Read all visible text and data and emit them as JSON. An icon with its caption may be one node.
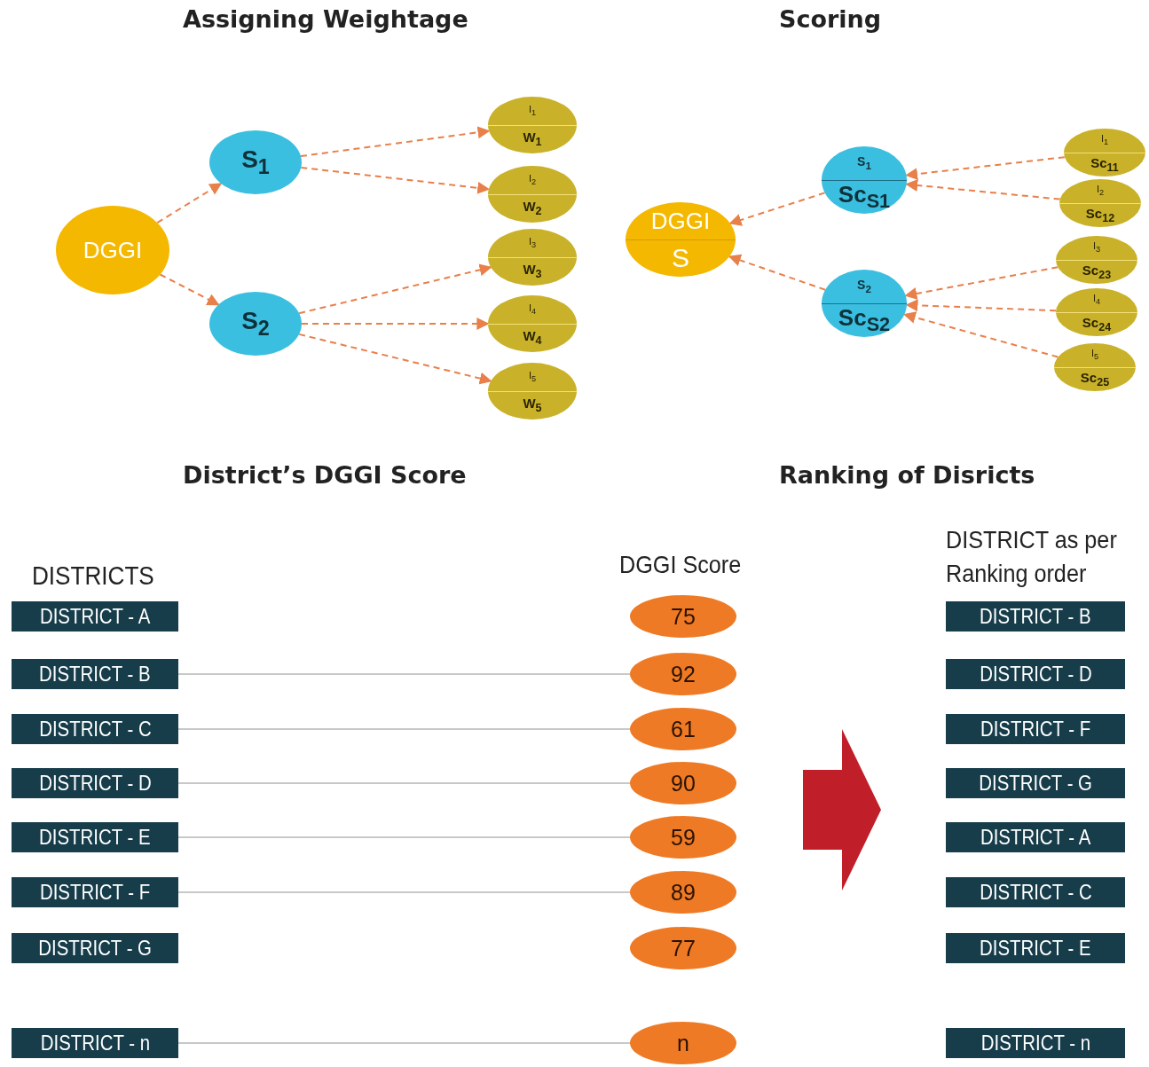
{
  "diagram": {
    "nodes": [
      {
        "text": [
          "DGGI"
        ]
      },
      {
        "text": [
          "S$_{1}$"
        ]
      },
      {
        "text": [
          "S$_{2}$"
        ]
      },
      {
        "text": [
          "I$_{1}$",
          "W$_{1}$"
        ]
      },
      {
        "text": [
          "I$_{2}$",
          "W$_{2}$"
        ]
      },
      {
        "text": [
          "I$_{3}$",
          "W$_{3}$"
        ]
      },
      {
        "text": [
          "I$_{4}$",
          "W$_{4}$"
        ]
      },
      {
        "text": [
          "I$_{5}$",
          "W$_{5}$"
        ]
      },
      {
        "text": [
          "DGGI",
          "S"
        ]
      },
      {
        "text": [
          "S$_{1}$",
          "Sc$_{S1}$"
        ]
      },
      {
        "text": [
          "S$_{2}$",
          "Sc$_{S2}$"
        ]
      },
      {
        "text": [
          "I$_{1}$",
          "Sc$_{11}$"
        ]
      },
      {
        "text": [
          "I$_{2}$",
          "Sc$_{12}$"
        ]
      },
      {
        "text": [
          "I$_{3}$",
          "Sc$_{23}$"
        ]
      },
      {
        "text": [
          "I$_{4}$",
          "Sc$_{24}$"
        ]
      },
      {
        "text": [
          "I$_{5}$",
          "Sc$_{25}$"
        ]
      },
      {
        "text": [
          "DISTRICT - A"
        ]
      },
      {
        "text": [
          "DISTRICT - B"
        ]
      },
      {
        "text": [
          "DISTRICT - C"
        ]
      },
      {
        "text": [
          "DISTRICT - D"
        ]
      },
      {
        "text": [
          "DISTRICT - E"
        ]
      },
      {
        "text": [
          "DISTRICT - F"
        ]
      },
      {
        "text": [
          "DISTRICT - G"
        ]
      },
      {
        "text": [
          "DISTRICT - n"
        ]
      },
      {
        "text": [
          "75"
        ]
      },
      {
        "text": [
          "92"
        ]
      },
      {
        "text": [
          "61"
        ]
      },
      {
        "text": [
          "90"
        ]
      },
      {
        "text": [
          "59"
        ]
      },
      {
        "text": [
          "89"
        ]
      },
      {
        "text": [
          "77"
        ]
      },
      {
        "text": [
          "n"
        ]
      },
      {
        "text": [
          "DISTRICT - B"
        ]
      },
      {
        "text": [
          "DISTRICT - D"
        ]
      },
      {
        "text": [
          "DISTRICT - F"
        ]
      },
      {
        "text": [
          "DISTRICT - G"
        ]
      },
      {
        "text": [
          "DISTRICT - A"
        ]
      },
      {
        "text": [
          "DISTRICT - C"
        ]
      },
      {
        "text": [
          "DISTRICT - E"
        ]
      },
      {
        "text": [
          "DISTRICT - n"
        ]
      }
    ],
    "edges": [
      {
        "from": 0,
        "to": 1,
        "arrow": "to",
        "style": "dashed"
      },
      {
        "from": 0,
        "to": 2,
        "arrow": "to",
        "style": "dashed"
      },
      {
        "from": 1,
        "to": 3,
        "arrow": "to",
        "style": "dashed"
      },
      {
        "from": 1,
        "to": 4,
        "arrow": "to",
        "style": "dashed"
      },
      {
        "from": 2,
        "to": 5,
        "arrow": "to",
        "style": "dashed"
      },
      {
        "from": 2,
        "to": 6,
        "arrow": "to",
        "style": "dashed"
      },
      {
        "from": 2,
        "to": 7,
        "arrow": "to",
        "style": "dashed"
      },
      {
        "from": 9,
        "to": 8,
        "arrow": "to",
        "style": "dashed"
      },
      {
        "from": 10,
        "to": 8,
        "arrow": "to",
        "style": "dashed"
      },
      {
        "from": 11,
        "to": 9,
        "arrow": "to",
        "style": "dashed"
      },
      {
        "from": 12,
        "to": 9,
        "arrow": "to",
        "style": "dashed"
      },
      {
        "from": 13,
        "to": 10,
        "arrow": "to",
        "style": "dashed"
      },
      {
        "from": 14,
        "to": 10,
        "arrow": "to",
        "style": "dashed"
      },
      {
        "from": 15,
        "to": 10,
        "arrow": "to",
        "style": "dashed"
      },
      {
        "from": 17,
        "to": 25,
        "arrow": "none",
        "color": "#c8c8c8"
      },
      {
        "from": 18,
        "to": 26,
        "arrow": "none",
        "color": "#c8c8c8"
      },
      {
        "from": 19,
        "to": 27,
        "arrow": "none",
        "color": "#c8c8c8"
      },
      {
        "from": 20,
        "to": 28,
        "arrow": "none",
        "color": "#c8c8c8"
      },
      {
        "from": 21,
        "to": 29,
        "arrow": "none",
        "color": "#c8c8c8"
      },
      {
        "from": 23,
        "to": 31,
        "arrow": "none",
        "color": "#c8c8c8"
      }
    ],
    "labels": [
      "Assigning Weightage",
      "Scoring",
      "District’s DGGI Score",
      "Ranking of Disricts",
      "DISTRICTS",
      "DGGI Score",
      "DISTRICT as per Ranking order"
    ]
  }
}
